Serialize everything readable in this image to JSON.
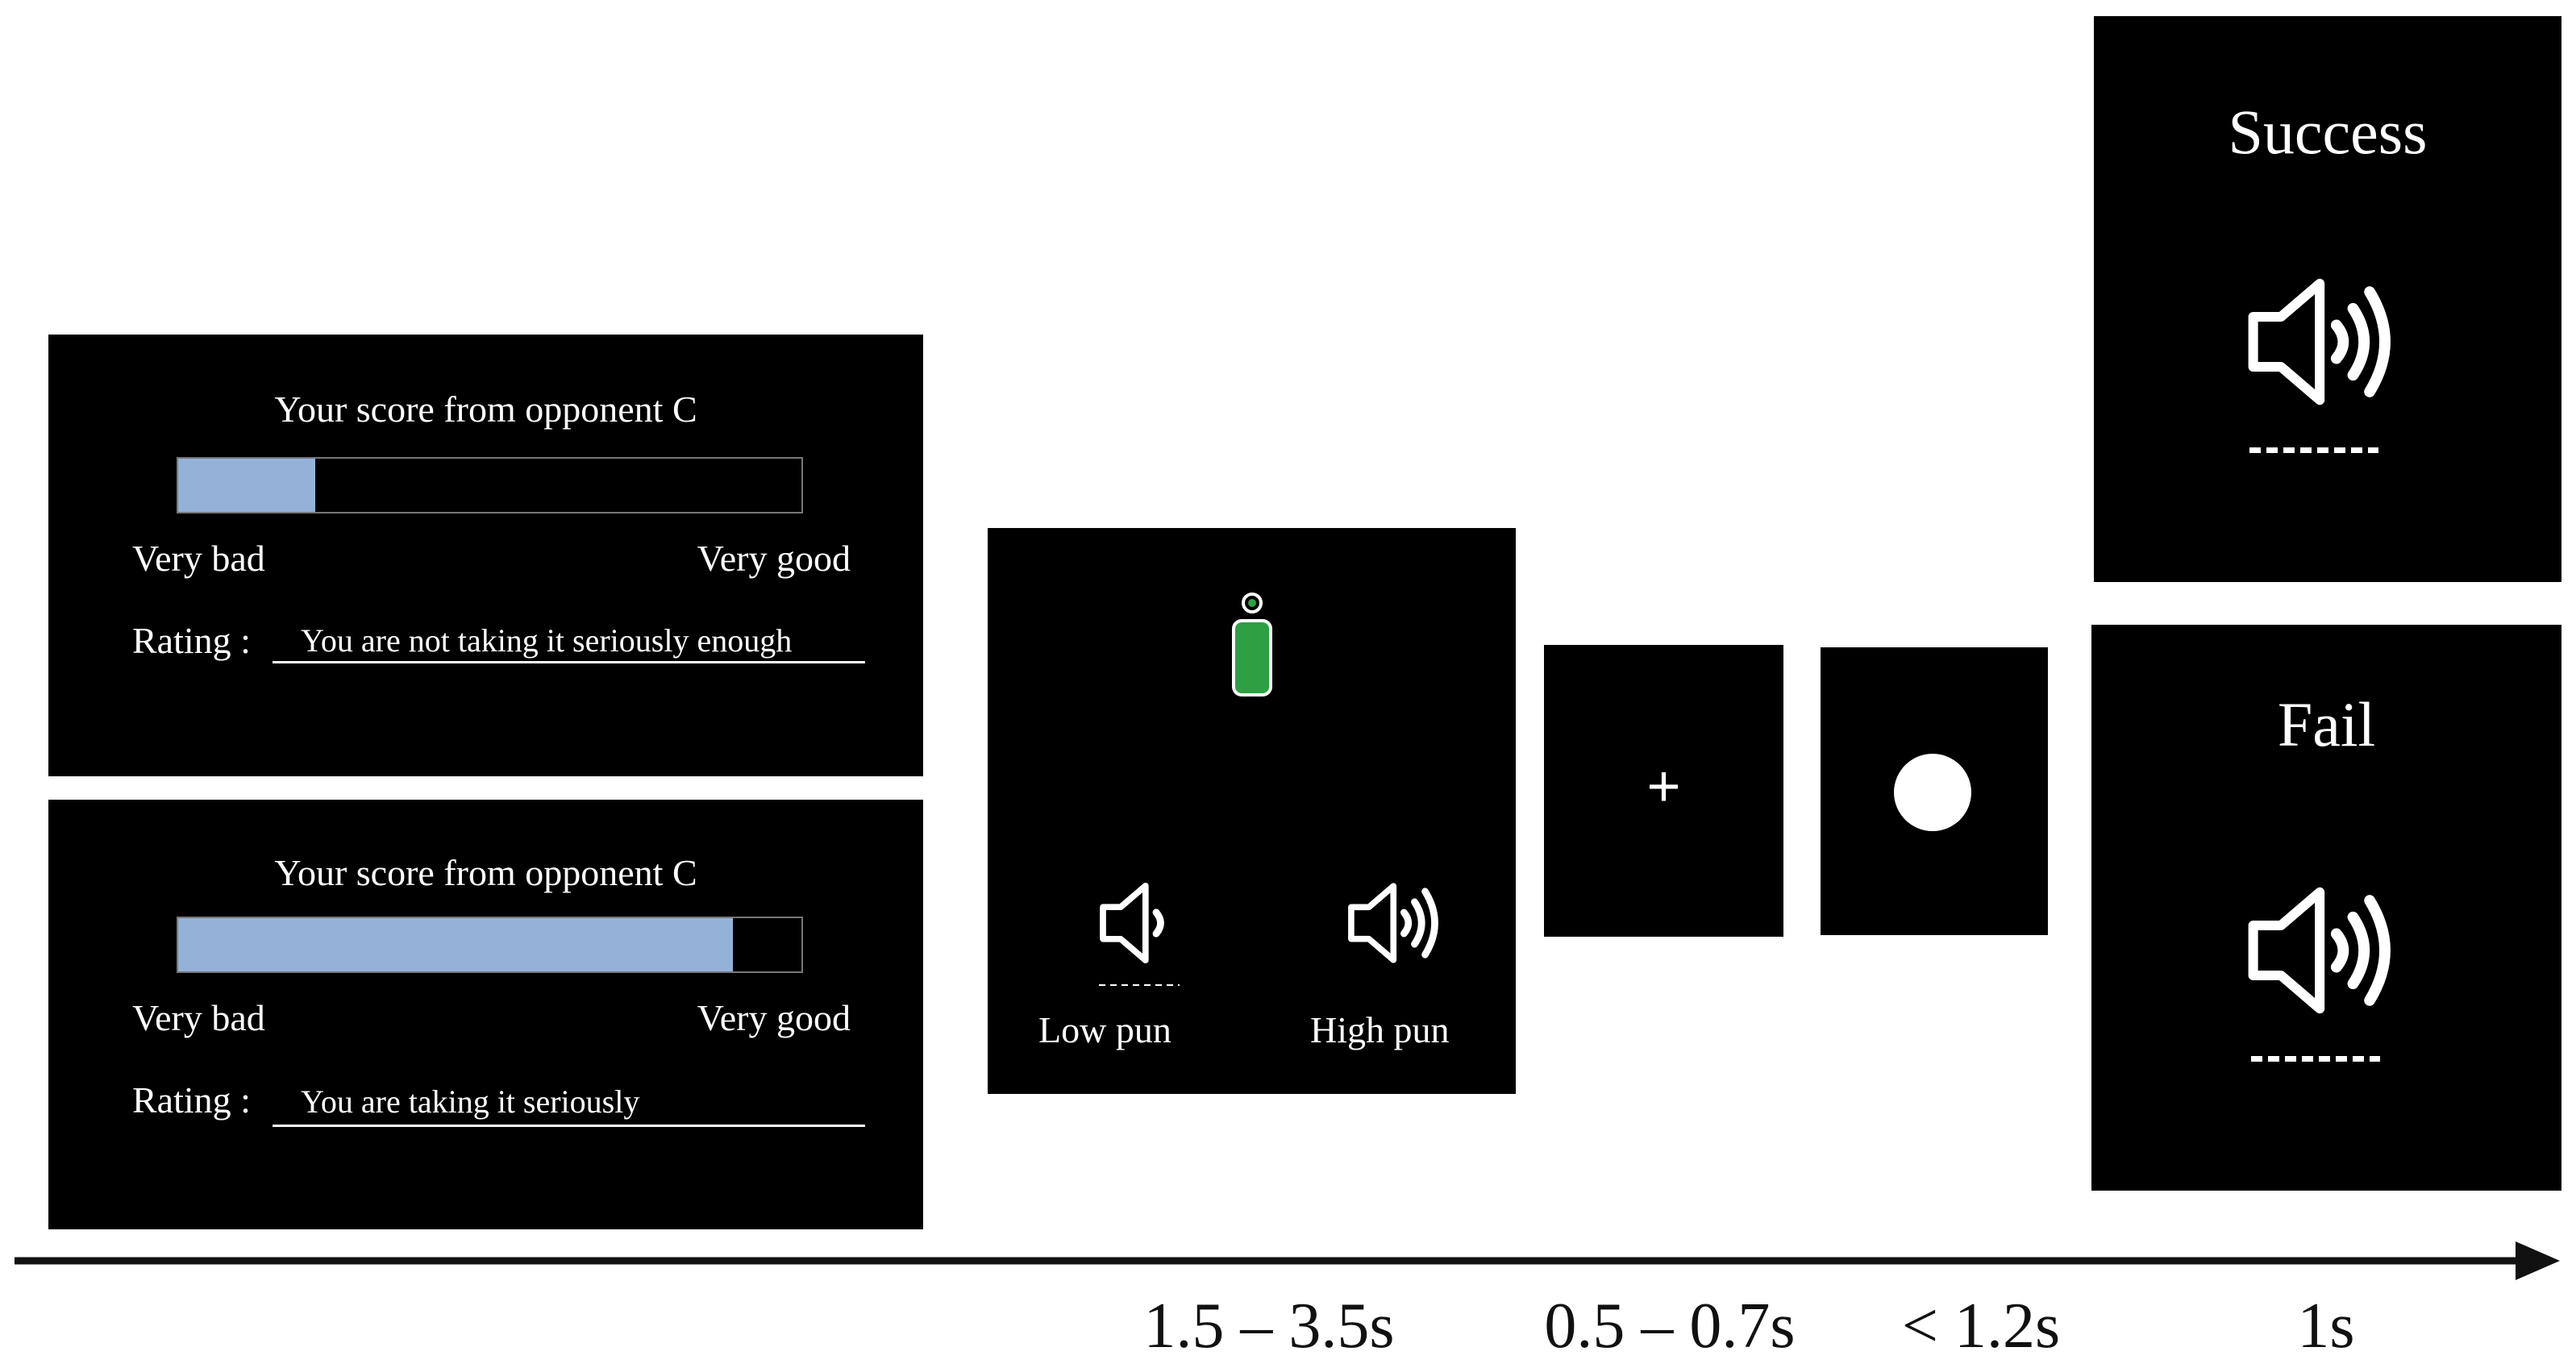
{
  "feedback_screens": [
    {
      "title": "Your score from opponent C",
      "score_fraction": 0.22,
      "left_label": "Very bad",
      "right_label": "Very good",
      "rating_label": "Rating :",
      "rating_text": "You are not taking it seriously enough"
    },
    {
      "title": "Your score from opponent C",
      "score_fraction": 0.89,
      "left_label": "Very bad",
      "right_label": "Very good",
      "rating_label": "Rating :",
      "rating_text": "You are taking it seriously"
    }
  ],
  "choice_screen": {
    "low_label": "Low pun",
    "high_label": "High pun",
    "figure_color": "#2ea043",
    "icons": [
      "person-icon",
      "speaker-low-icon",
      "speaker-high-icon"
    ]
  },
  "fixation_screen": {
    "symbol": "+"
  },
  "outcome_screens": {
    "success_label": "Success",
    "fail_label": "Fail",
    "icons": [
      "speaker-high-icon"
    ]
  },
  "timeline": {
    "durations": [
      "1.5 – 3.5s",
      "0.5 – 0.7s",
      "< 1.2s",
      "1s"
    ]
  },
  "colors": {
    "screen_bg": "#000000",
    "score_fill": "#94b2d8",
    "text": "#ffffff",
    "arrow": "#111111"
  }
}
